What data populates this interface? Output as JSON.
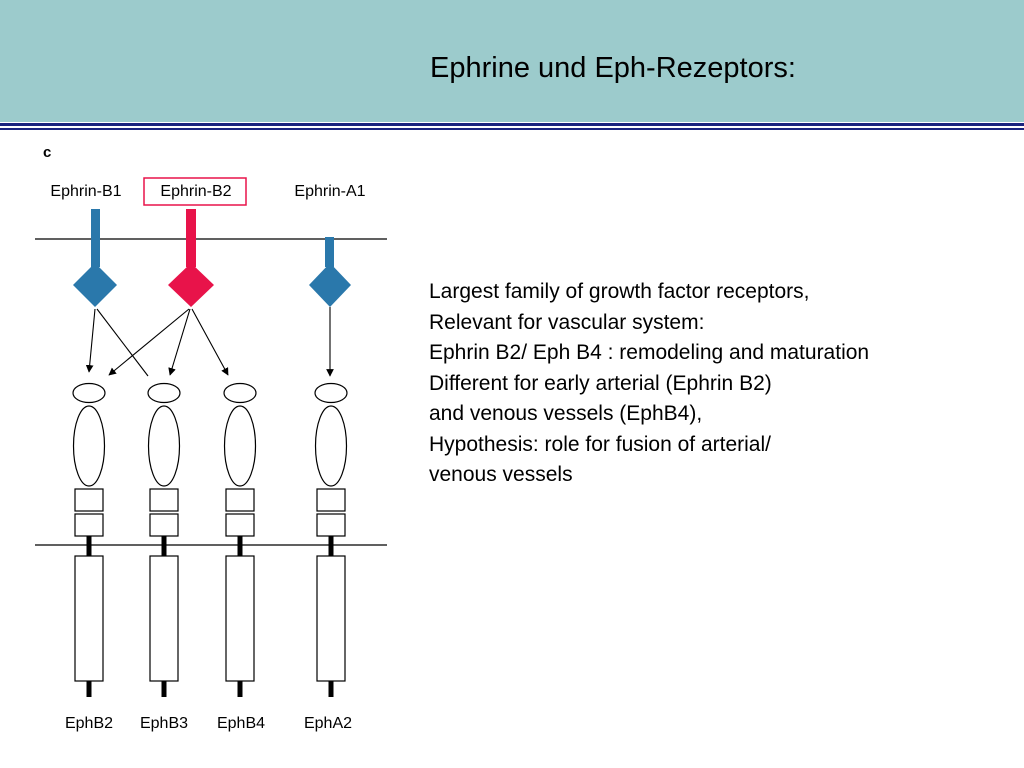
{
  "slide": {
    "title": "Ephrine und Eph-Rezeptors:"
  },
  "body": {
    "lines": [
      "Largest family of growth factor receptors,",
      "Relevant for vascular system:",
      "Ephrin B2/ Eph B4 : remodeling and maturation",
      "Different for early arterial (Ephrin B2)",
      "and venous vessels (EphB4),",
      "Hypothesis: role for fusion of arterial/",
      "venous vessels"
    ]
  },
  "diagram": {
    "panel_letter": "c",
    "ligands": [
      {
        "label": "Ephrin-B1",
        "color": "#2a78ab",
        "highlighted": false
      },
      {
        "label": "Ephrin-B2",
        "color": "#e8134a",
        "highlighted": true
      },
      {
        "label": "Ephrin-A1",
        "color": "#2a78ab",
        "highlighted": false
      }
    ],
    "highlight_color": "#e8134a",
    "receptors": [
      "EphB2",
      "EphB3",
      "EphB4",
      "EphA2"
    ],
    "bindings": [
      {
        "ligand": "Ephrin-B1",
        "receptors": [
          "EphB2",
          "EphB3"
        ]
      },
      {
        "ligand": "Ephrin-B2",
        "receptors": [
          "EphB2",
          "EphB3",
          "EphB4"
        ]
      },
      {
        "ligand": "Ephrin-A1",
        "receptors": [
          "EphA2"
        ]
      }
    ]
  }
}
